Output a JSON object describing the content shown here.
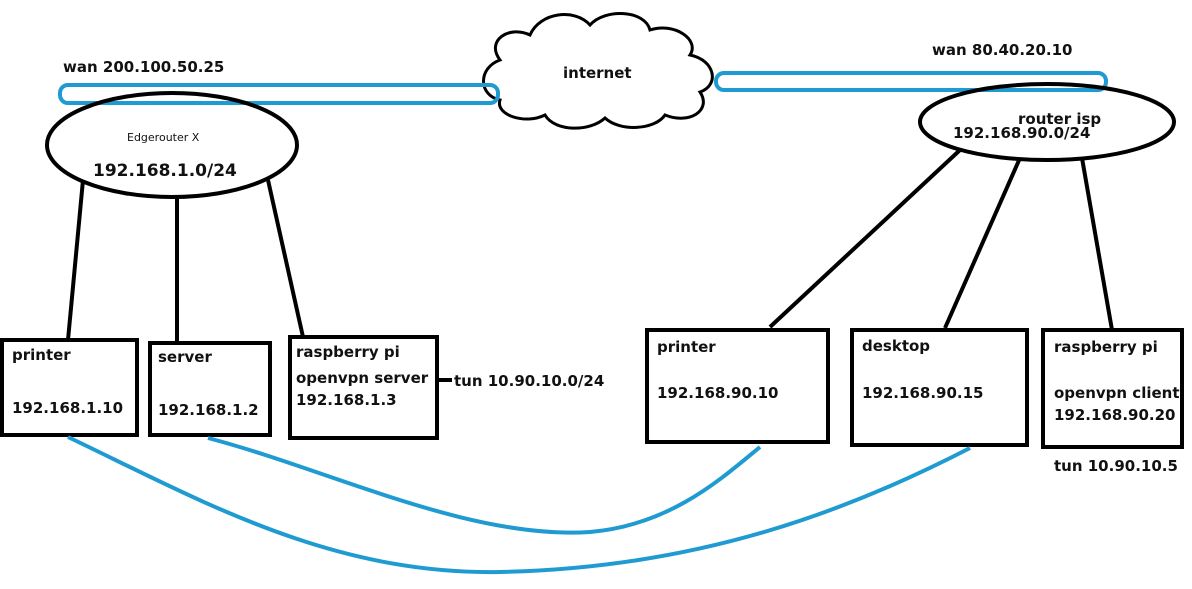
{
  "colors": {
    "link": "#1f9bd1",
    "stroke": "#000000"
  },
  "internet": {
    "label": "internet"
  },
  "site_a": {
    "wan_label": "wan 200.100.50.25",
    "router_name": "Edgerouter X",
    "router_subnet": "192.168.1.0/24",
    "printer": {
      "name": "printer",
      "ip": "192.168.1.10"
    },
    "server": {
      "name": "server",
      "ip": "192.168.1.2"
    },
    "pi": {
      "name": "raspberry pi",
      "role": "openvpn server",
      "ip": "192.168.1.3",
      "tun": "tun 10.90.10.0/24"
    }
  },
  "site_b": {
    "wan_label": "wan 80.40.20.10",
    "router_name": "router isp",
    "router_subnet": "192.168.90.0/24",
    "printer": {
      "name": "printer",
      "ip": "192.168.90.10"
    },
    "desktop": {
      "name": "desktop",
      "ip": "192.168.90.15"
    },
    "pi": {
      "name": "raspberry pi",
      "role": "openvpn client",
      "ip": "192.168.90.20",
      "tun": "tun 10.90.10.5"
    }
  }
}
